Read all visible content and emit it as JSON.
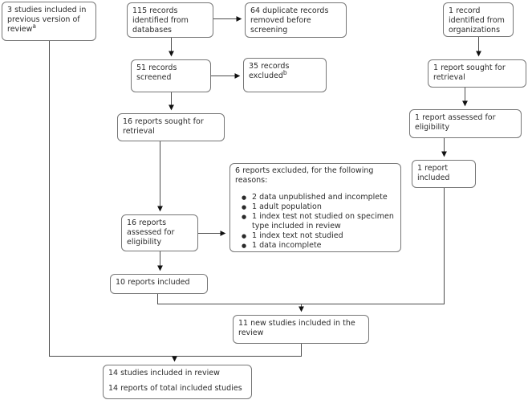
{
  "colors": {
    "background": "#ffffff",
    "box_border": "#767676",
    "connector_line": "#4c4c4c",
    "arrowhead": "#111111",
    "text": "#2b2b2b"
  },
  "boxes": {
    "previous_version_studies": {
      "text": "3 studies included in previous version of review",
      "sup": "a"
    },
    "records_identified_from_databases": {
      "text": "115 records identified from databases"
    },
    "duplicate_records_removed": {
      "text": "64 duplicate records removed before screening"
    },
    "record_identified_from_organizations": {
      "text": "1 record identified from organizations"
    },
    "records_screened": {
      "text": "51 records screened"
    },
    "records_excluded": {
      "text": "35 records excluded",
      "sup": "b"
    },
    "report_sought_for_retrieval": {
      "text": "1 report sought for retrieval"
    },
    "reports_sought_for_retrieval": {
      "text": "16 reports sought for retrieval"
    },
    "report_assessed_for_eligibility": {
      "text": "1 report assessed for eligibility"
    },
    "report_included": {
      "text": "1 report included"
    },
    "reports_excluded_reasons": {
      "heading": "6 reports excluded, for the following reasons:",
      "items": [
        "2 data unpublished and incomplete",
        "1 adult population",
        "1 index test not studied on specimen type included in review",
        "1 index text not studied",
        "1 data incomplete"
      ]
    },
    "reports_assessed_for_eligibility": {
      "text": "16 reports assessed for eligibility"
    },
    "reports_included": {
      "text": "10 reports included"
    },
    "new_studies_included": {
      "text": "11 new studies included in the review"
    },
    "total_included": {
      "line1": "14 studies included in review",
      "line2": "14 reports of total included studies"
    }
  }
}
